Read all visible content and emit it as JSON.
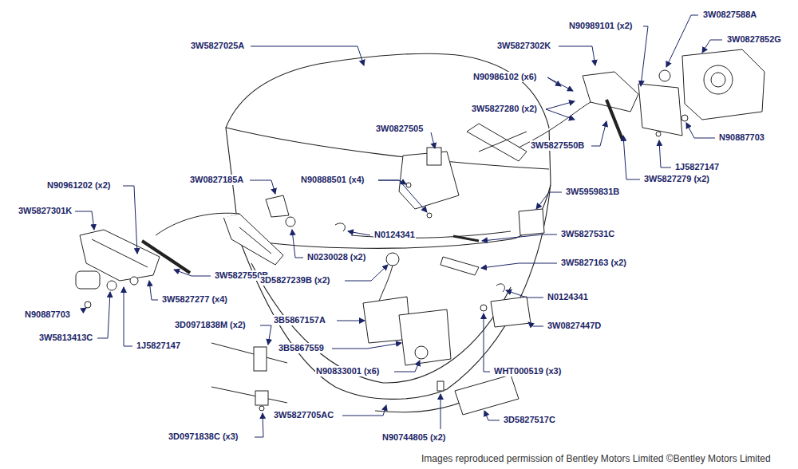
{
  "diagram": {
    "caption": "Images reproduced permission of Bentley Motors Limited ©Bentley Motors Limited",
    "labels": [
      "3W5827025A",
      "N90989101 (x2)",
      "3W0827588A",
      "3W0827852G",
      "3W5827302K",
      "N90986102 (x6)",
      "3W5827280 (x2)",
      "3W0827505",
      "3W5827550B",
      "N90887703",
      "1J5827147",
      "3W5827279 (x2)",
      "3W0827185A",
      "N90888501 (x4)",
      "N90961202 (x2)",
      "3W5827301K",
      "3W5959831B",
      "N0124341",
      "3W5827531C",
      "N0230028 (x2)",
      "3W5827550B",
      "3D5827239B (x2)",
      "3W5827163 (x2)",
      "3W5827277 (x4)",
      "N0124341",
      "N90887703",
      "3B5867157A",
      "3W0827447D",
      "3W5813413C",
      "1J5827147",
      "3D0971838M (x2)",
      "3B5867559",
      "N90833001 (x6)",
      "WHT000519 (x3)",
      "3W5827705AC",
      "3D5827517C",
      "3D0971838C (x3)",
      "N90744805 (x2)"
    ]
  }
}
